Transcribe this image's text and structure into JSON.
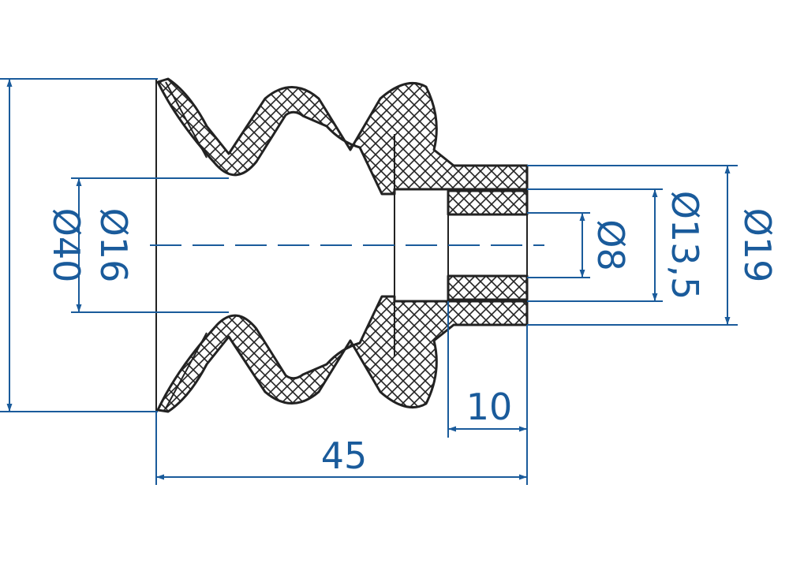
{
  "dimensions": {
    "outer_diameter": "Ø40",
    "bore_diameter": "Ø16",
    "total_length": "45",
    "neck_length": "10",
    "inner_hole": "Ø8",
    "mid_diameter": "Ø13,5",
    "neck_diameter": "Ø19"
  },
  "colors": {
    "dimension": "#1a5b9b",
    "outline": "#222222",
    "background": "#ffffff"
  }
}
